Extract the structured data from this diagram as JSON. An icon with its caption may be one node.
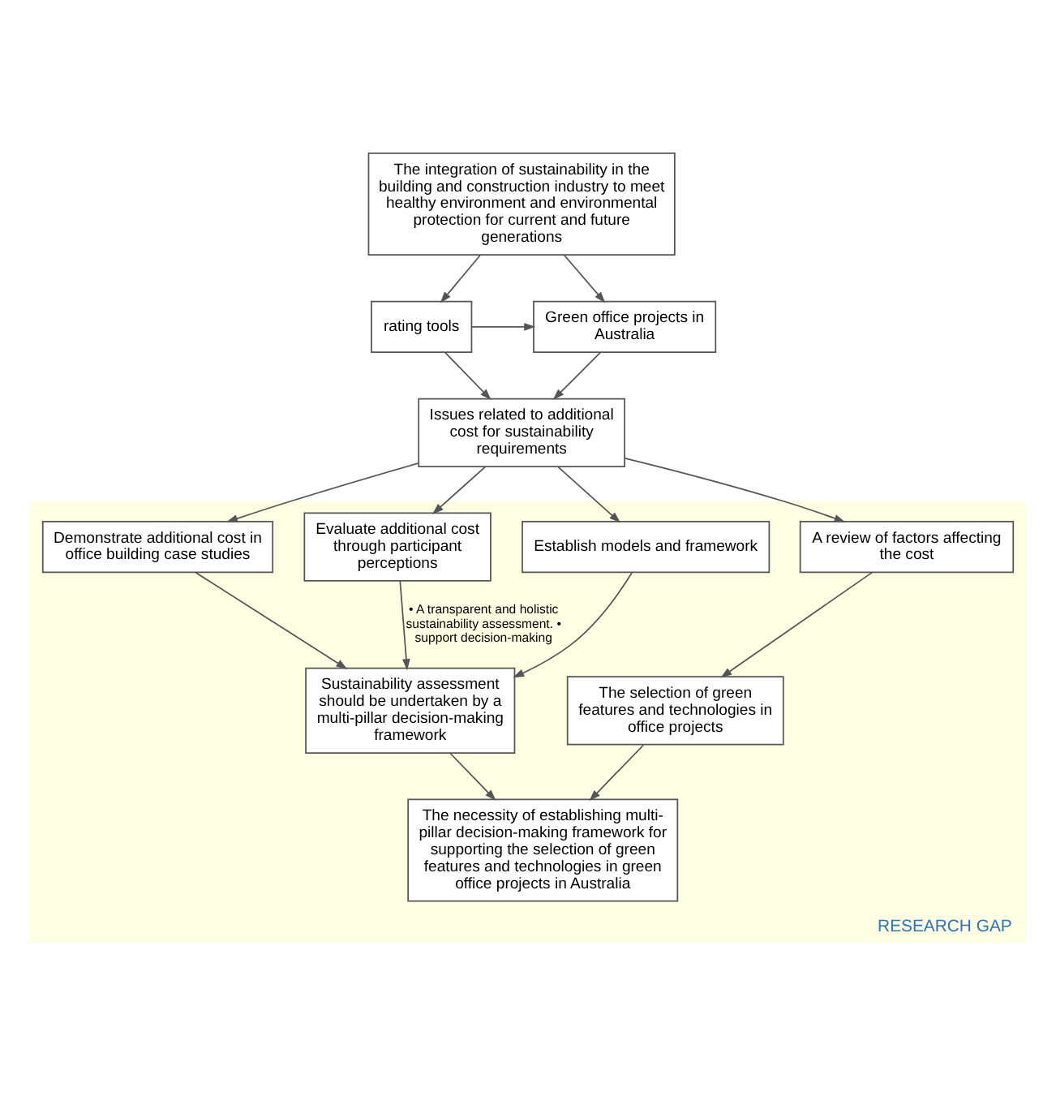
{
  "diagram": {
    "nodes": [
      {
        "text": [
          "The integration of sustainability in the building and construction industry to meet healthy environment and environmental protection for current and future generations"
        ]
      },
      {
        "text": [
          "Green office projects in Australia"
        ]
      },
      {
        "text": [
          "rating tools"
        ]
      },
      {
        "text": [
          "Issues related to additional cost for sustainability requirements"
        ]
      },
      {
        "text": [
          "RESEARCH GAP"
        ]
      },
      {
        "text": [
          "Demonstrate additional cost in office building case studies"
        ],
        "in": 4
      },
      {
        "text": [
          "Evaluate additional cost through participant perceptions"
        ],
        "in": 4
      },
      {
        "text": [
          "Establish models and framework"
        ],
        "in": 4
      },
      {
        "text": [
          "A review of factors affecting the cost"
        ],
        "in": 4
      },
      {
        "text": [
          "The selection of green features and technologies in office projects"
        ],
        "in": 4
      },
      {
        "text": [
          "Sustainability assessment should be undertaken by a multi-pillar decision-making framework"
        ],
        "in": 4
      },
      {
        "text": [
          "The necessity of establishing multi-pillar decision-making framework for supporting the selection of green features and technologies in green office projects in Australia"
        ],
        "in": 4
      }
    ],
    "edges": [
      {
        "from": 0,
        "to": 1,
        "arrow": "to"
      },
      {
        "from": 0,
        "to": 2,
        "arrow": "to"
      },
      {
        "from": 2,
        "to": 1,
        "arrow": "to"
      },
      {
        "from": 1,
        "to": 3,
        "arrow": "to"
      },
      {
        "from": 2,
        "to": 3,
        "arrow": "to"
      },
      {
        "from": 3,
        "to": 5,
        "arrow": "to"
      },
      {
        "from": 3,
        "to": 6,
        "arrow": "to"
      },
      {
        "from": 3,
        "to": 7,
        "arrow": "to"
      },
      {
        "from": 3,
        "to": 8,
        "arrow": "to"
      },
      {
        "from": 5,
        "to": 10,
        "arrow": "to"
      },
      {
        "from": 6,
        "to": 10,
        "arrow": "to",
        "label": "• A transparent and holistic sustainability assessment. • support decision-making"
      },
      {
        "from": 7,
        "to": 10,
        "arrow": "to"
      },
      {
        "from": 8,
        "to": 9,
        "arrow": "to"
      },
      {
        "from": 10,
        "to": 11,
        "arrow": "to"
      },
      {
        "from": 9,
        "to": 11,
        "arrow": "to"
      }
    ]
  }
}
